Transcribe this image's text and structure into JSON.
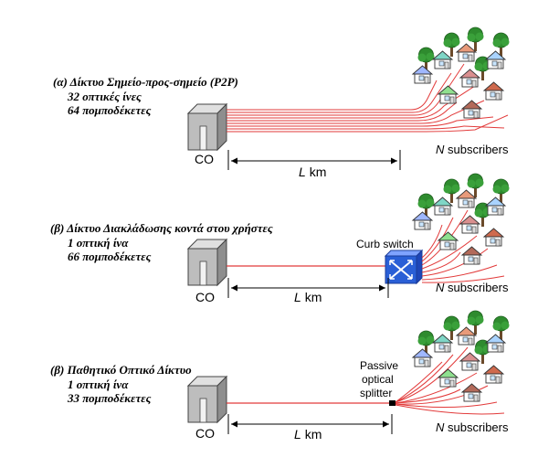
{
  "panels": [
    {
      "title": "(α) Δίκτυο Σημείο-προς-σημείο (P2P)",
      "line1": "32 οπτικές ίνες",
      "line2": "64 πομποδέκετες",
      "co_label": "CO",
      "distance_var": "L",
      "distance_unit": "km",
      "subscribers_var": "N",
      "subscribers_word": "subscribers",
      "node_label": ""
    },
    {
      "title": "(β) Δίκτυο Διακλάδωσης κοντά στου χρήστες",
      "line1": "1 οπτική ίνα",
      "line2": "66 πομποδέκετες",
      "co_label": "CO",
      "distance_var": "L",
      "distance_unit": "km",
      "subscribers_var": "N",
      "subscribers_word": "subscribers",
      "node_label": "Curb switch"
    },
    {
      "title": "(β) Παθητικό Οπτικό Δίκτυο",
      "line1": "1 οπτική ίνα",
      "line2": "33 πομποδέκετες",
      "co_label": "CO",
      "distance_var": "L",
      "distance_unit": "km",
      "subscribers_var": "N",
      "subscribers_word": "subscribers",
      "node_label_lines": [
        "Passive",
        "optical",
        "splitter"
      ]
    }
  ],
  "colors": {
    "fiber": "#e23a3a",
    "co_body": "#b9b9b9",
    "co_roof": "#d6d6d6",
    "switch": "#2a5fd6",
    "tree": "#2e8b2e",
    "trunk": "#6b4a2a"
  },
  "icons": [
    "central-office-icon",
    "house-icon",
    "tree-icon",
    "curb-switch-icon",
    "splitter-icon"
  ]
}
